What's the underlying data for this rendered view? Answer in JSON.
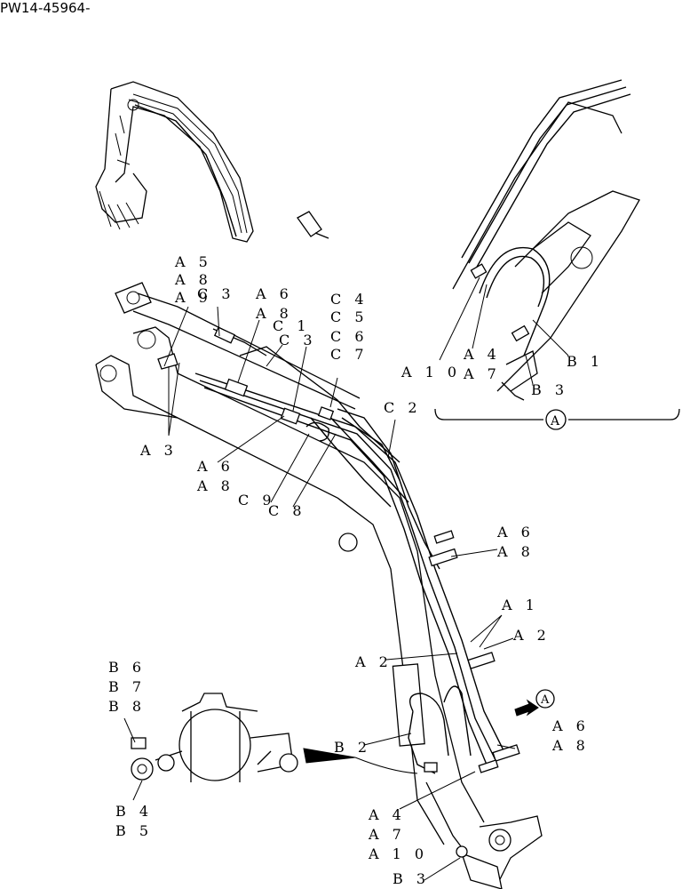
{
  "header": {
    "code": "PW14-45964-"
  },
  "detail_marker": "A",
  "callouts": {
    "a5": "A 5",
    "a8_top": "A 8",
    "a9": "A 9",
    "c3_top": "C 3",
    "a6_1": "A 6",
    "a8_1": "A 8",
    "c1": "C 1",
    "c3_mid": "C 3",
    "c4": "C 4",
    "c5": "C 5",
    "c6": "C 6",
    "c7": "C 7",
    "c2": "C 2",
    "a3": "A 3",
    "a6_2": "A 6",
    "a8_2": "A 8",
    "c9": "C 9",
    "c8": "C 8",
    "a6_3": "A 6",
    "a8_3": "A 8",
    "a1": "A 1",
    "a2_right": "A 2",
    "a2_left": "A 2",
    "a6_4": "A 6",
    "a8_4": "A 8",
    "b2": "B 2",
    "b6": "B 6",
    "b7": "B 7",
    "b8": "B 8",
    "b4_left": "B 4",
    "b5": "B 5",
    "a4_bot": "A 4",
    "a7_bot": "A 7",
    "a10_bot": "A 1 0",
    "b3_bot": "B 3",
    "a10_det": "A 1 0",
    "a4_det": "A 4",
    "a7_det": "A 7",
    "b1": "B 1",
    "b3_det": "B 3"
  }
}
